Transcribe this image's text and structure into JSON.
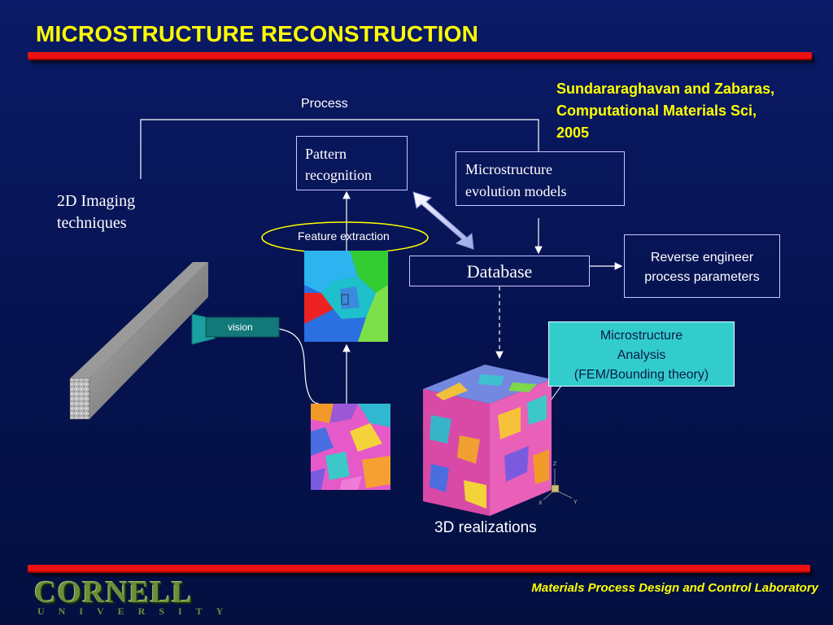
{
  "header": {
    "title": "MICROSTRUCTURE RECONSTRUCTION"
  },
  "citation": {
    "line1": "Sundararaghavan and Zabaras,",
    "line2": "Computational Materials Sci,",
    "line3": "2005"
  },
  "diagram": {
    "process_label": "Process",
    "imaging_line1": "2D Imaging",
    "imaging_line2": "techniques",
    "pattern_line1": "Pattern",
    "pattern_line2": "recognition",
    "evolution_line1": "Microstructure",
    "evolution_line2": "evolution models",
    "feature_extraction": "Feature extraction",
    "database": "Database",
    "reverse_line1": "Reverse engineer",
    "reverse_line2": "process parameters",
    "analysis_line1": "Microstructure",
    "analysis_line2": "Analysis",
    "analysis_line3": "(FEM/Bounding theory)",
    "vision": "vision",
    "realizations": "3D realizations",
    "axis_z": "Z",
    "axis_x": "X",
    "axis_y": "Y"
  },
  "footer": {
    "lab": "Materials Process Design and Control Laboratory",
    "logo_word": "CORNELL",
    "logo_sub": "UNIVERSITY"
  },
  "colors": {
    "title": "#ffff00",
    "bar": "#ee1111",
    "analysis_box": "#33cccc",
    "background": "#0a1a66"
  }
}
